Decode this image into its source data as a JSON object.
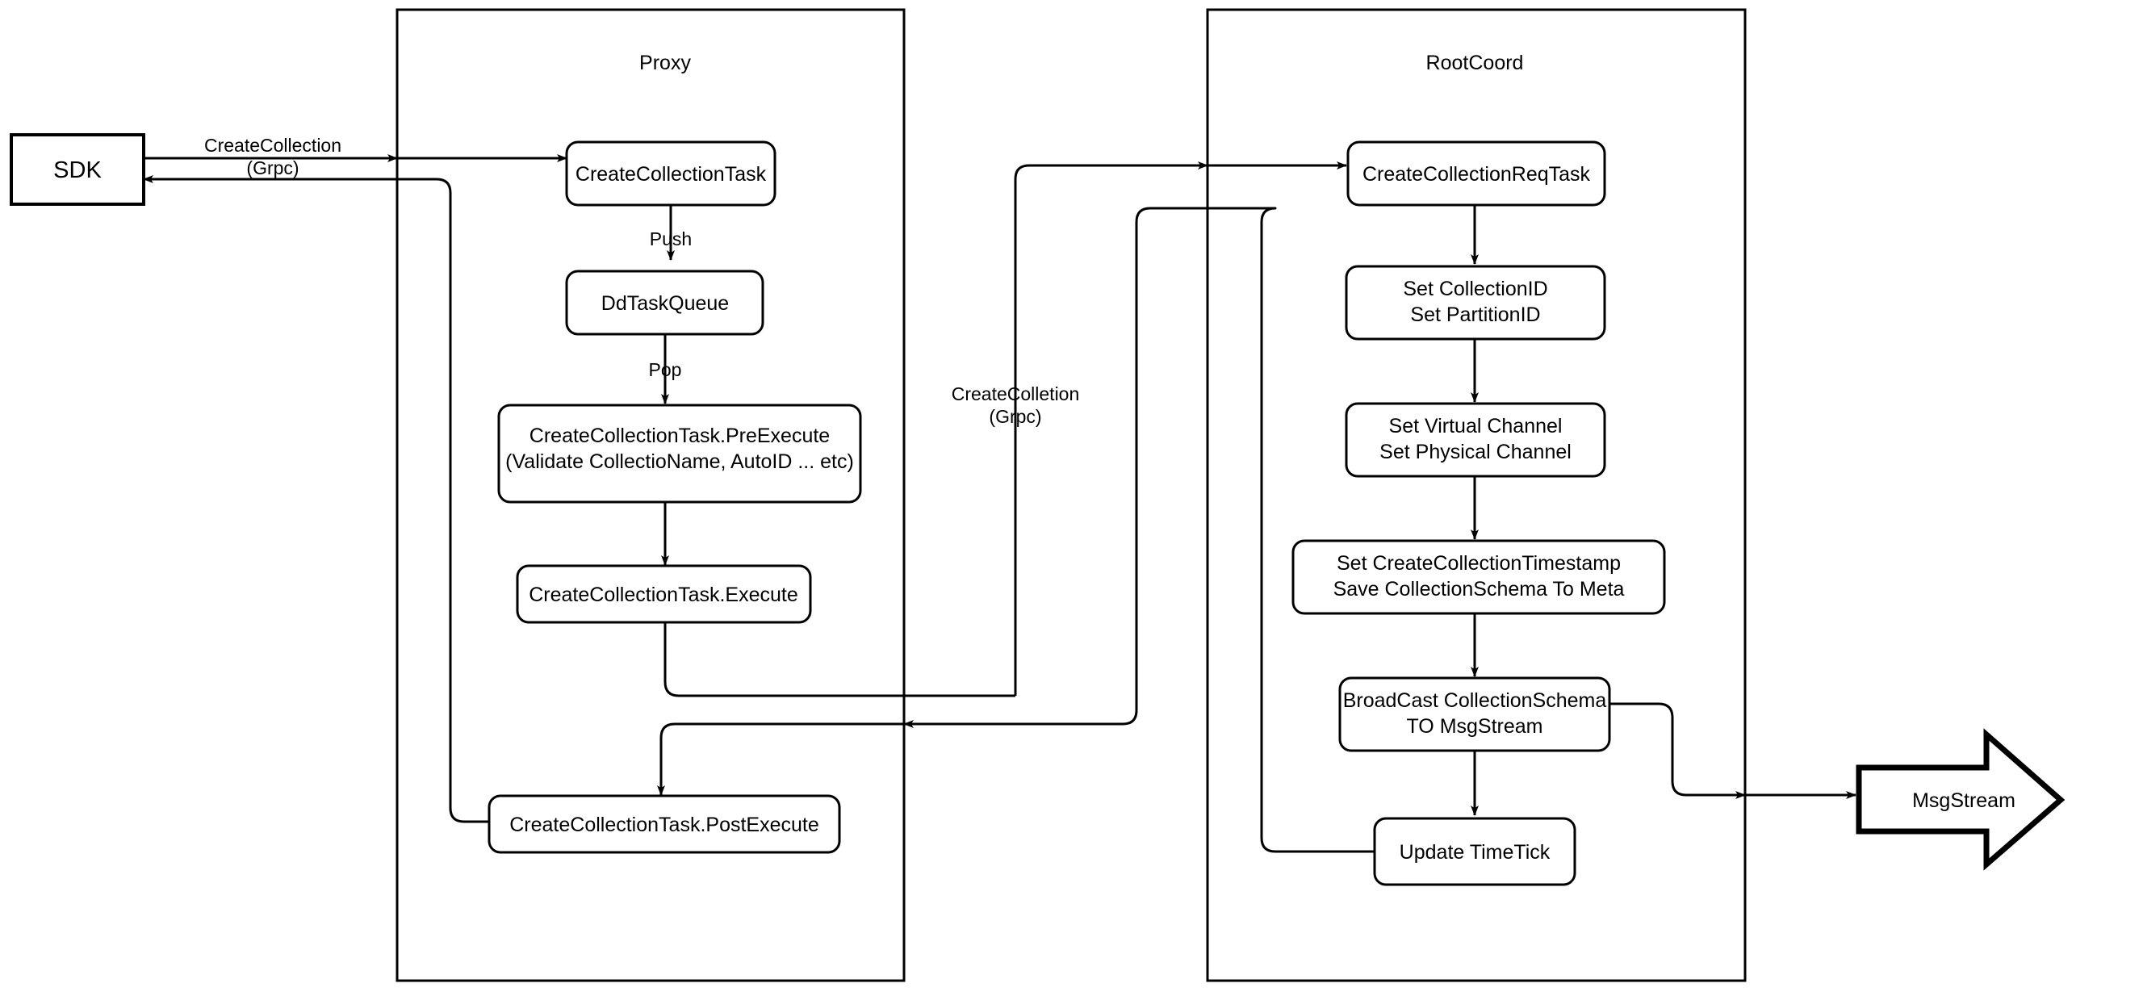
{
  "diagram": {
    "title": "CreateCollection Flow",
    "stroke_color": "#000000",
    "fill_color": "#ffffff"
  },
  "external": {
    "sdk": {
      "label": "SDK"
    },
    "msgstream": {
      "label": "MsgStream"
    }
  },
  "panels": [
    {
      "id": "proxy",
      "title": "Proxy"
    },
    {
      "id": "rootcoord",
      "title": "RootCoord"
    }
  ],
  "proxy_nodes": [
    {
      "id": "create-collection-task",
      "line1": "CreateCollectionTask",
      "line2": ""
    },
    {
      "id": "dd-task-queue",
      "line1": "DdTaskQueue",
      "line2": ""
    },
    {
      "id": "pre-execute",
      "line1": "CreateCollectionTask.PreExecute",
      "line2": "(Validate CollectioName, AutoID ... etc)"
    },
    {
      "id": "execute",
      "line1": "CreateCollectionTask.Execute",
      "line2": ""
    },
    {
      "id": "post-execute",
      "line1": "CreateCollectionTask.PostExecute",
      "line2": ""
    }
  ],
  "rootcoord_nodes": [
    {
      "id": "create-collection-req-task",
      "line1": "CreateCollectionReqTask",
      "line2": ""
    },
    {
      "id": "set-ids",
      "line1": "Set CollectionID",
      "line2": "Set PartitionID"
    },
    {
      "id": "set-channels",
      "line1": "Set Virtual Channel",
      "line2": "Set Physical Channel"
    },
    {
      "id": "set-timestamp",
      "line1": "Set CreateCollectionTimestamp",
      "line2": "Save CollectionSchema To Meta"
    },
    {
      "id": "broadcast",
      "line1": "BroadCast CollectionSchema",
      "line2": "TO MsgStream"
    },
    {
      "id": "update-timetick",
      "line1": "Update TimeTick",
      "line2": ""
    }
  ],
  "edge_labels": {
    "sdk_to_proxy_l1": "CreateCollection",
    "sdk_to_proxy_l2": "(Grpc)",
    "push": "Push",
    "pop": "Pop",
    "proxy_to_rootcoord_l1": "CreateColletion",
    "proxy_to_rootcoord_l2": "(Grpc)"
  }
}
